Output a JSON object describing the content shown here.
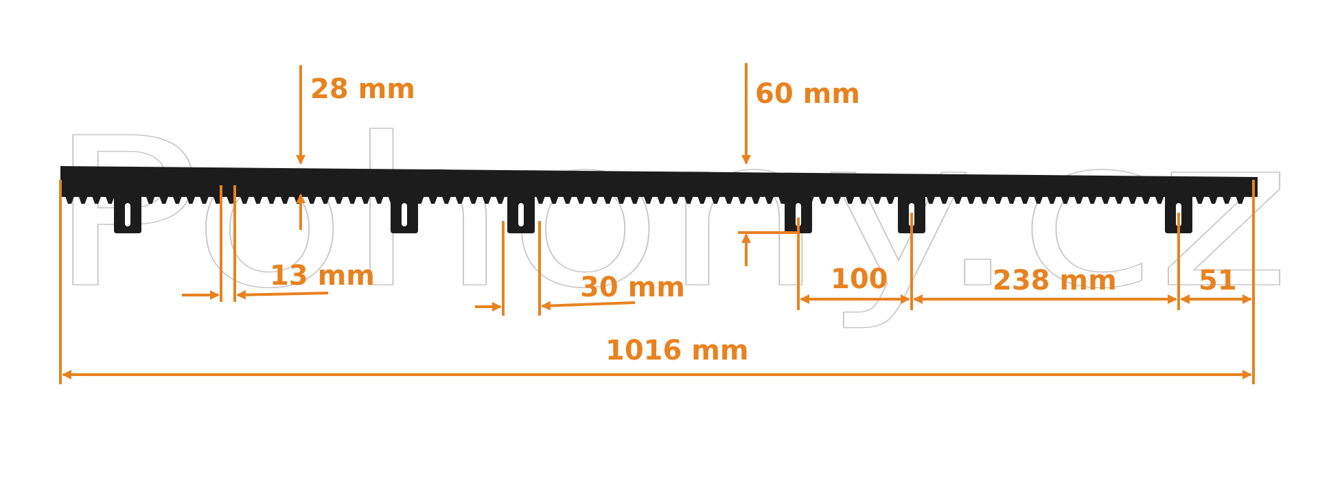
{
  "diagram": {
    "watermark": "Pohony.cz",
    "accent_color": "#e8821f",
    "rack_color": "#1c1c1c",
    "dimensions": {
      "height_teeth": "28 mm",
      "height_total": "60 mm",
      "hole_offset": "13 mm",
      "bracket_width": "30 mm",
      "spacing_a": "100",
      "spacing_b": "238 mm",
      "end_offset": "51",
      "overall_length": "1016 mm"
    }
  }
}
